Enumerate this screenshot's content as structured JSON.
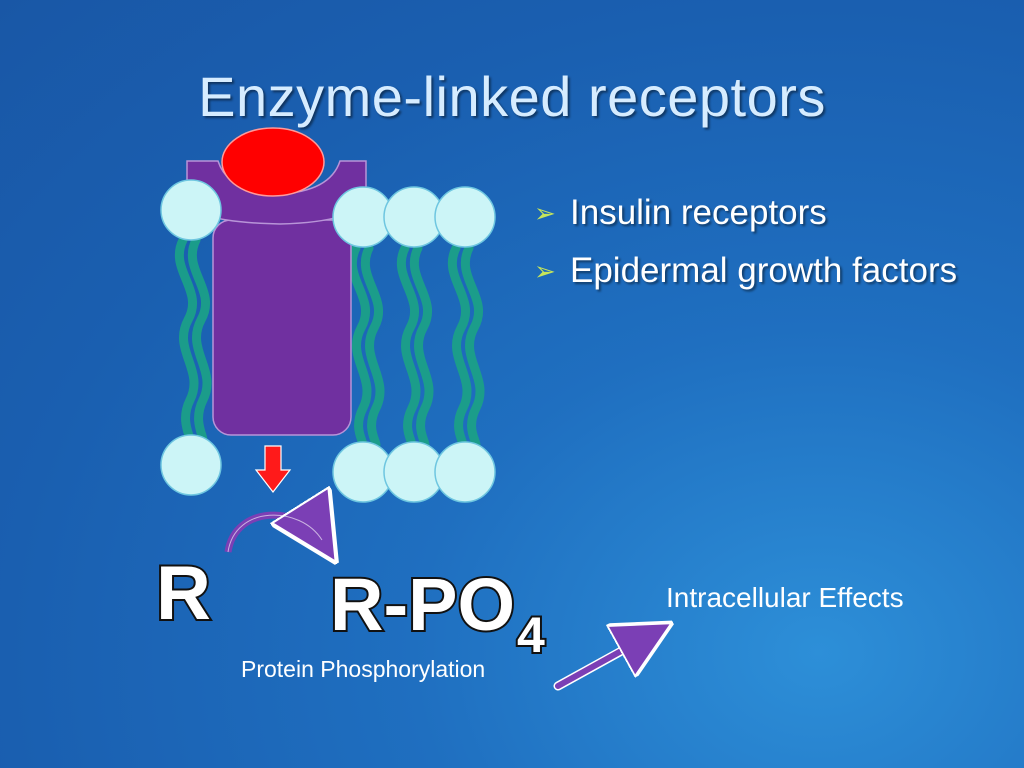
{
  "slide": {
    "title": "Enzyme-linked receptors",
    "bullets": [
      "Insulin receptors",
      "Epidermal growth factors"
    ],
    "bullet_icon": "arrowhead-bullet-icon"
  },
  "diagram": {
    "reactant_label": "R",
    "product_label": "R-PO",
    "product_subscript": "4",
    "process_label": "Protein Phosphorylation",
    "effect_label": "Intracellular Effects",
    "colors": {
      "receptor": "#7030a0",
      "ligand": "#ff0000",
      "lipid_head": "#ccf5f7",
      "lipid_tail": "#1ba088",
      "arrow": "#7b3fb5"
    }
  }
}
